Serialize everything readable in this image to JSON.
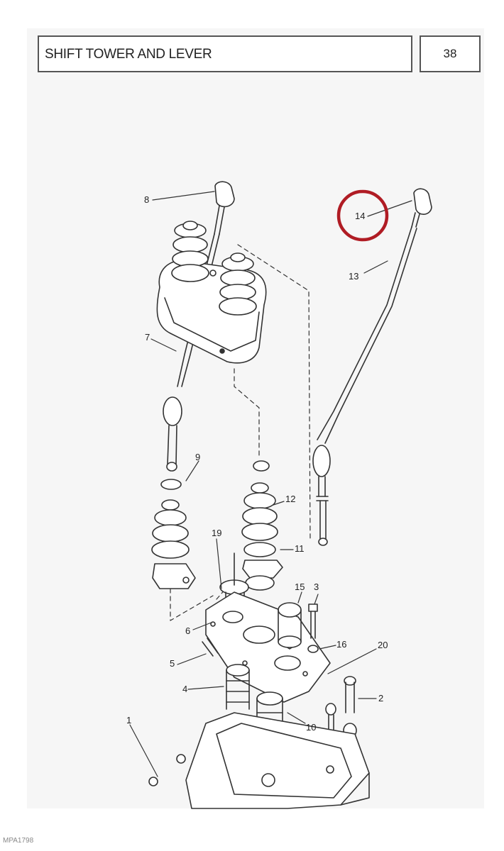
{
  "header": {
    "title": "SHIFT TOWER AND LEVER",
    "page_number": "38"
  },
  "callouts": {
    "c1": "1",
    "c2": "2",
    "c3": "3",
    "c4": "4",
    "c5": "5",
    "c6": "6",
    "c7": "7",
    "c8": "8",
    "c9": "9",
    "c10": "10",
    "c11": "11",
    "c12": "12",
    "c13": "13",
    "c14": "14",
    "c15": "15",
    "c16": "16",
    "c19": "19",
    "c20": "20"
  },
  "highlight": {
    "circled_callout": "14",
    "color": "#b01c24"
  },
  "footer": {
    "code": "MPA1798"
  }
}
